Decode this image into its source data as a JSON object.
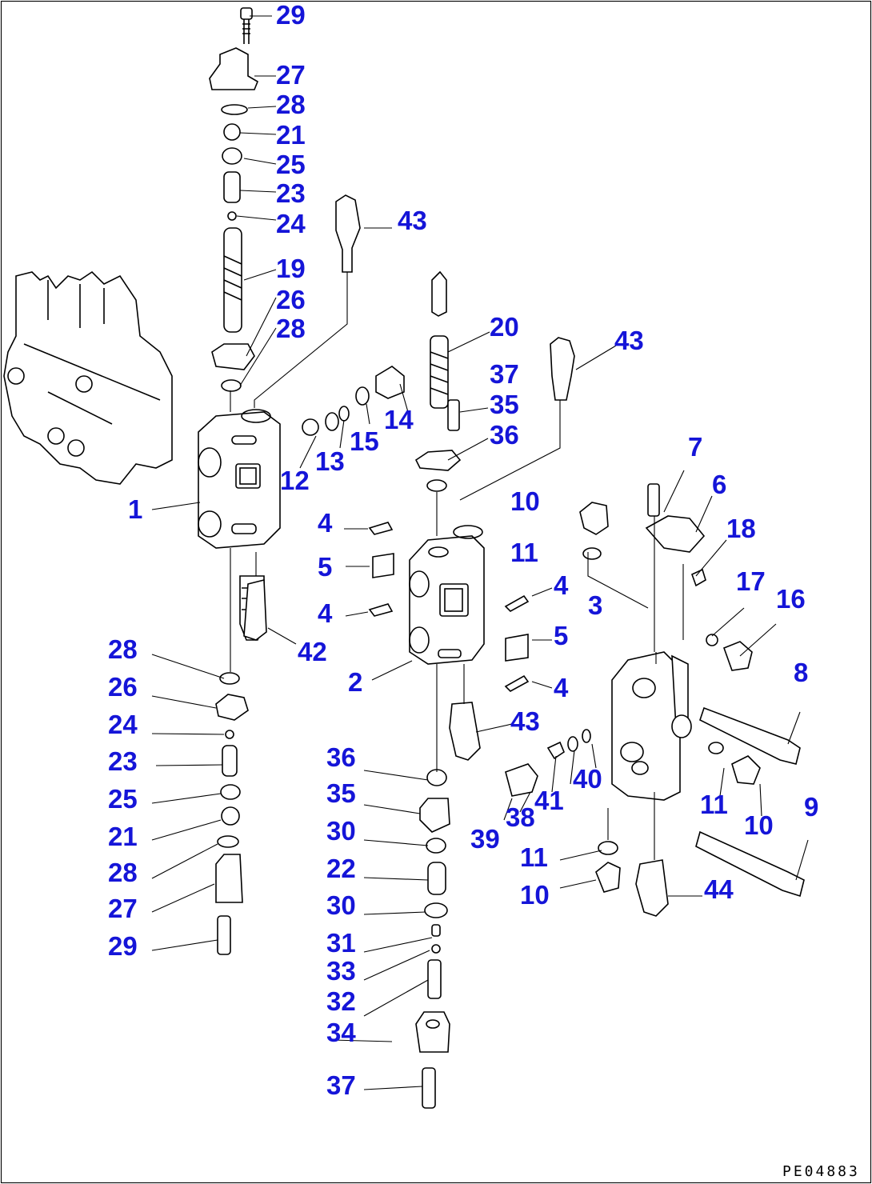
{
  "drawing_ref": "PE04883",
  "colors": {
    "callout": "#1515d8",
    "lines": "#000000",
    "background": "#ffffff"
  },
  "callouts": [
    {
      "id": "c1",
      "text": "29"
    },
    {
      "id": "c2",
      "text": "27"
    },
    {
      "id": "c3",
      "text": "28"
    },
    {
      "id": "c4",
      "text": "21"
    },
    {
      "id": "c5",
      "text": "25"
    },
    {
      "id": "c6",
      "text": "23"
    },
    {
      "id": "c7",
      "text": "24"
    },
    {
      "id": "c8",
      "text": "43"
    },
    {
      "id": "c9",
      "text": "19"
    },
    {
      "id": "c10",
      "text": "26"
    },
    {
      "id": "c11",
      "text": "28"
    },
    {
      "id": "c12",
      "text": "20"
    },
    {
      "id": "c13",
      "text": "43"
    },
    {
      "id": "c14",
      "text": "37"
    },
    {
      "id": "c15",
      "text": "35"
    },
    {
      "id": "c16",
      "text": "14"
    },
    {
      "id": "c17",
      "text": "36"
    },
    {
      "id": "c18",
      "text": "15"
    },
    {
      "id": "c19",
      "text": "13"
    },
    {
      "id": "c20",
      "text": "12"
    },
    {
      "id": "c21",
      "text": "7"
    },
    {
      "id": "c22",
      "text": "6"
    },
    {
      "id": "c23",
      "text": "1"
    },
    {
      "id": "c24",
      "text": "10"
    },
    {
      "id": "c25",
      "text": "18"
    },
    {
      "id": "c26",
      "text": "4"
    },
    {
      "id": "c27",
      "text": "11"
    },
    {
      "id": "c28",
      "text": "5"
    },
    {
      "id": "c29",
      "text": "17"
    },
    {
      "id": "c30",
      "text": "4"
    },
    {
      "id": "c31",
      "text": "16"
    },
    {
      "id": "c32",
      "text": "3"
    },
    {
      "id": "c33",
      "text": "4"
    },
    {
      "id": "c34",
      "text": "42"
    },
    {
      "id": "c35",
      "text": "5"
    },
    {
      "id": "c36",
      "text": "28"
    },
    {
      "id": "c37",
      "text": "8"
    },
    {
      "id": "c38",
      "text": "2"
    },
    {
      "id": "c39",
      "text": "4"
    },
    {
      "id": "c40",
      "text": "26"
    },
    {
      "id": "c41",
      "text": "43"
    },
    {
      "id": "c42",
      "text": "24"
    },
    {
      "id": "c43",
      "text": "36"
    },
    {
      "id": "c44",
      "text": "23"
    },
    {
      "id": "c45",
      "text": "40"
    },
    {
      "id": "c46",
      "text": "41"
    },
    {
      "id": "c47",
      "text": "35"
    },
    {
      "id": "c48",
      "text": "25"
    },
    {
      "id": "c49",
      "text": "11"
    },
    {
      "id": "c50",
      "text": "38"
    },
    {
      "id": "c51",
      "text": "10"
    },
    {
      "id": "c52",
      "text": "9"
    },
    {
      "id": "c53",
      "text": "21"
    },
    {
      "id": "c54",
      "text": "30"
    },
    {
      "id": "c55",
      "text": "39"
    },
    {
      "id": "c56",
      "text": "11"
    },
    {
      "id": "c57",
      "text": "28"
    },
    {
      "id": "c58",
      "text": "22"
    },
    {
      "id": "c59",
      "text": "10"
    },
    {
      "id": "c60",
      "text": "44"
    },
    {
      "id": "c61",
      "text": "27"
    },
    {
      "id": "c62",
      "text": "30"
    },
    {
      "id": "c63",
      "text": "29"
    },
    {
      "id": "c64",
      "text": "31"
    },
    {
      "id": "c65",
      "text": "33"
    },
    {
      "id": "c66",
      "text": "32"
    },
    {
      "id": "c67",
      "text": "34"
    },
    {
      "id": "c68",
      "text": "37"
    }
  ]
}
